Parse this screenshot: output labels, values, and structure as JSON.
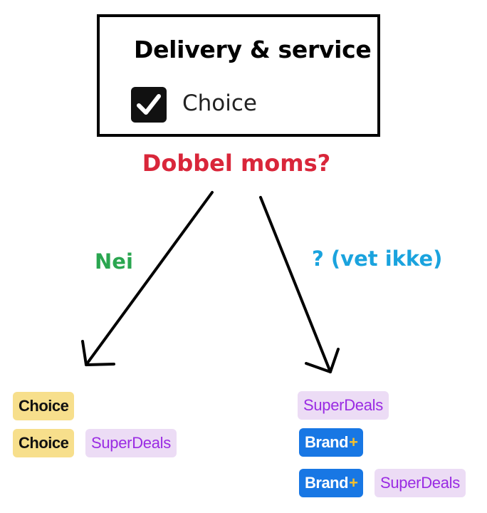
{
  "filter_box": {
    "heading": "Delivery & service",
    "option_label": "Choice",
    "option_checked": true
  },
  "question": "Dobbel moms?",
  "branches": {
    "no_label": "Nei",
    "unknown_label": "? (vet ikke)"
  },
  "badges": {
    "choice": "Choice",
    "superdeals": "SuperDeals",
    "brand": "Brand",
    "brand_plus": "+"
  },
  "colors": {
    "question": "#d9263a",
    "no_label": "#2aa650",
    "unknown_label": "#1aa3de",
    "choice_badge_bg": "#f7df8c",
    "choice_badge_text": "#111111",
    "superdeals_badge_bg": "#ecdcf5",
    "superdeals_badge_text": "#9a2be3",
    "brand_badge_bg": "#1877e4",
    "brand_badge_text": "#ffffff",
    "brand_plus": "#f6c02b"
  },
  "icons": {
    "checkbox": "checkbox-checked-icon",
    "arrow_left": "arrow-down-left-icon",
    "arrow_right": "arrow-down-right-icon"
  }
}
